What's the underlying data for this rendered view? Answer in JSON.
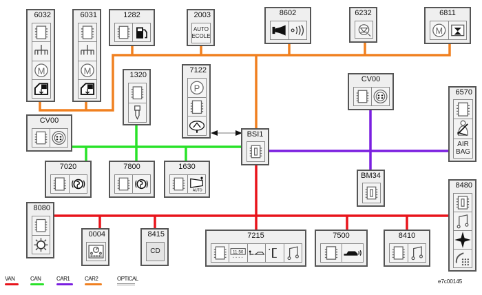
{
  "colors": {
    "VAN": "#e8141b",
    "CAN": "#29e229",
    "CAR1": "#7a1ee0",
    "CAR2": "#f08020",
    "OPTICAL": "#9a9a9a"
  },
  "ecus": [
    {
      "id": "6032",
      "icons": [
        "ecu-chip-icon",
        "seat-memory-tree-icon",
        "motor-icon",
        "window-lift-icon"
      ]
    },
    {
      "id": "6031",
      "icons": [
        "ecu-chip-icon",
        "seat-memory-tree-icon",
        "motor-icon",
        "window-lift-icon"
      ]
    },
    {
      "id": "1282",
      "icons": [
        "ecu-chip-icon",
        "fuel-pump-icon"
      ]
    },
    {
      "id": "2003",
      "icons": [
        "auto-ecole-icon"
      ],
      "text": "AUTO ECOLE"
    },
    {
      "id": "8602",
      "icons": [
        "horn-icon",
        "ultrasonic-waves-icon"
      ]
    },
    {
      "id": "6232",
      "icons": [
        "led-diode-icon"
      ]
    },
    {
      "id": "6811",
      "icons": [
        "motor-icon",
        "sunroof-icon"
      ]
    },
    {
      "id": "1320",
      "icons": [
        "ecu-chip-icon",
        "fuel-injector-icon"
      ]
    },
    {
      "id": "7122",
      "icons": [
        "parking-motor-icon",
        "ecu-chip-icon",
        "headlamp-icon"
      ]
    },
    {
      "id": "CV00",
      "icons": [
        "ecu-chip-icon",
        "steering-switch-icon"
      ]
    },
    {
      "id": "BSI1",
      "icons": [
        "bsi-chip-icon"
      ]
    },
    {
      "id": "CV00",
      "icons": [
        "ecu-chip-icon",
        "steering-switch-icon"
      ]
    },
    {
      "id": "6570",
      "icons": [
        "ecu-chip-icon",
        "seatbelt-icon",
        "airbag-icon"
      ],
      "text": "AIR BAG"
    },
    {
      "id": "7020",
      "icons": [
        "ecu-chip-icon",
        "abs-esp-icon"
      ]
    },
    {
      "id": "7800",
      "icons": [
        "ecu-chip-icon",
        "abs-esp-icon"
      ]
    },
    {
      "id": "1630",
      "icons": [
        "ecu-chip-icon",
        "auto-gearbox-icon"
      ],
      "text": "AUTO"
    },
    {
      "id": "BM34",
      "icons": [
        "bsi-chip-icon"
      ]
    },
    {
      "id": "8080",
      "icons": [
        "ecu-chip-icon",
        "climate-fan-icon"
      ]
    },
    {
      "id": "0004",
      "icons": [
        "instrument-panel-icon"
      ]
    },
    {
      "id": "8415",
      "icons": [
        "cd-changer-icon"
      ],
      "text": "CD"
    },
    {
      "id": "7215",
      "icons": [
        "ecu-chip-icon",
        "display-icon",
        "temp-sensor-car-icon",
        "door-icon",
        "music-note-icon"
      ],
      "text": "11:50"
    },
    {
      "id": "7500",
      "icons": [
        "ecu-chip-icon",
        "parking-aid-car-icon"
      ]
    },
    {
      "id": "8410",
      "icons": [
        "ecu-chip-icon",
        "music-note-icon"
      ]
    },
    {
      "id": "8480",
      "icons": [
        "bsi-chip-icon",
        "music-note-icon",
        "navigation-compass-icon",
        "telephone-icon"
      ]
    }
  ],
  "legend": [
    {
      "key": "VAN",
      "label": "VAN"
    },
    {
      "key": "CAN",
      "label": "CAN"
    },
    {
      "key": "CAR1",
      "label": "CAR1"
    },
    {
      "key": "CAR2",
      "label": "CAR2"
    },
    {
      "key": "OPTICAL",
      "label": "OPTICAL"
    }
  ],
  "reference": "e7c00145"
}
